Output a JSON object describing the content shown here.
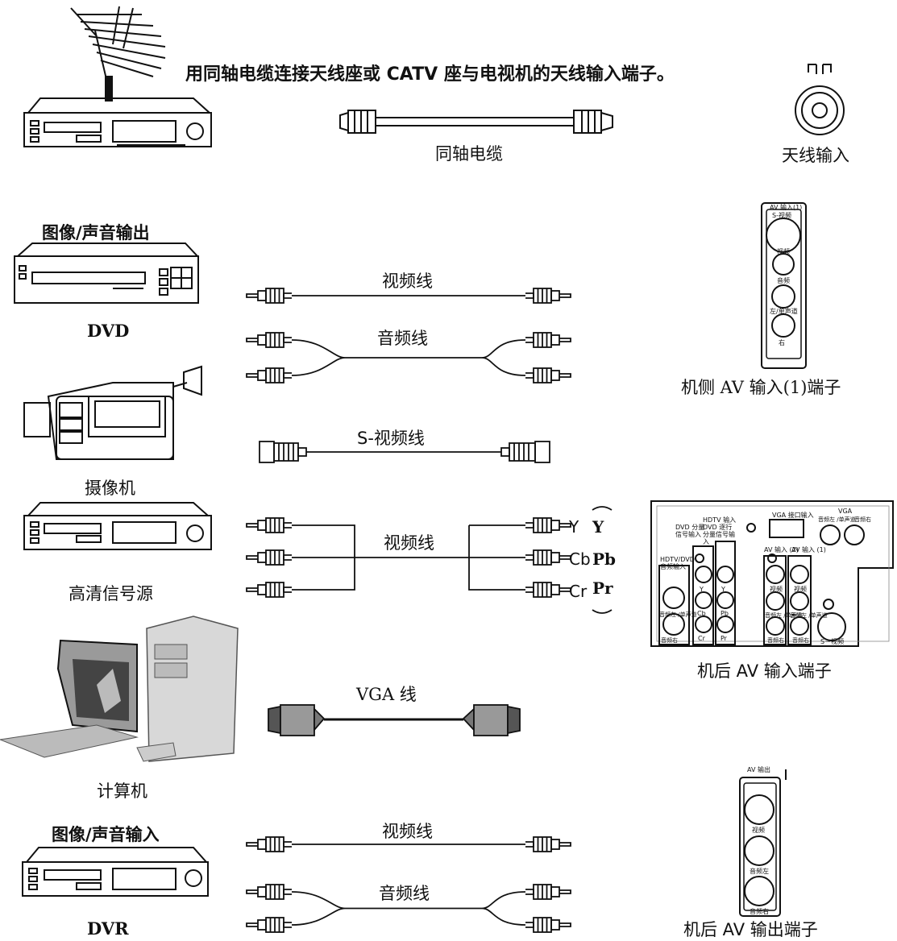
{
  "intro_text": "用同轴电缆连接天线座或 CATV 座与电视机的天线输入端子。",
  "coax_cable_label": "同轴电缆",
  "antenna_input_label": "天线输入",
  "av_output_heading": "图像/声音输出",
  "dvd_label": "DVD",
  "camcorder_label": "摄像机",
  "hd_source_label": "高清信号源",
  "computer_label": "计算机",
  "av_input_heading": "图像/声音输入",
  "dvr_label": "DVR",
  "cables": {
    "video_1": "视频线",
    "audio_1": "音频线",
    "s_video": "S-视频线",
    "component_video": "视频线",
    "vga": "VGA 线",
    "video_2": "视频线",
    "audio_2": "音频线"
  },
  "component_left": [
    "Y",
    "Cb",
    "Cr"
  ],
  "component_right": [
    "Y",
    "Pb",
    "Pr"
  ],
  "side_panel": {
    "title": "机侧 AV 输入(1)端子",
    "header": "AV 输入(1)",
    "s_video": "S-视频",
    "video": "视频",
    "audio": "音频",
    "left": "左/单声道",
    "right": "右"
  },
  "rear_panel": {
    "title": "机后 AV 输入端子",
    "vga_port": "VGA 接口输入",
    "vga": "VGA",
    "audio_left_mono": "音频左 /单声道",
    "audio_right": "音频右",
    "dvd_component": "DVD 分量信号输入",
    "hdtv_input": "HDTV 输入",
    "dvd_progressive": "DVD 逐行分量信号输入",
    "hdtv_dvd_audio": "HDTV/DVD 音频输入",
    "av_in_2": "AV 输入 (2)",
    "av_in_1": "AV 输入 (1)",
    "video": "视频",
    "y": "Y",
    "cb": "Cb",
    "cr": "Cr",
    "pb": "Pb",
    "pr": "Pr",
    "s_video": "S－视频"
  },
  "output_panel": {
    "title": "机后 AV 输出端子",
    "header": "AV 输出",
    "video": "视频",
    "audio_left": "音频左",
    "audio_right": "音频右"
  }
}
